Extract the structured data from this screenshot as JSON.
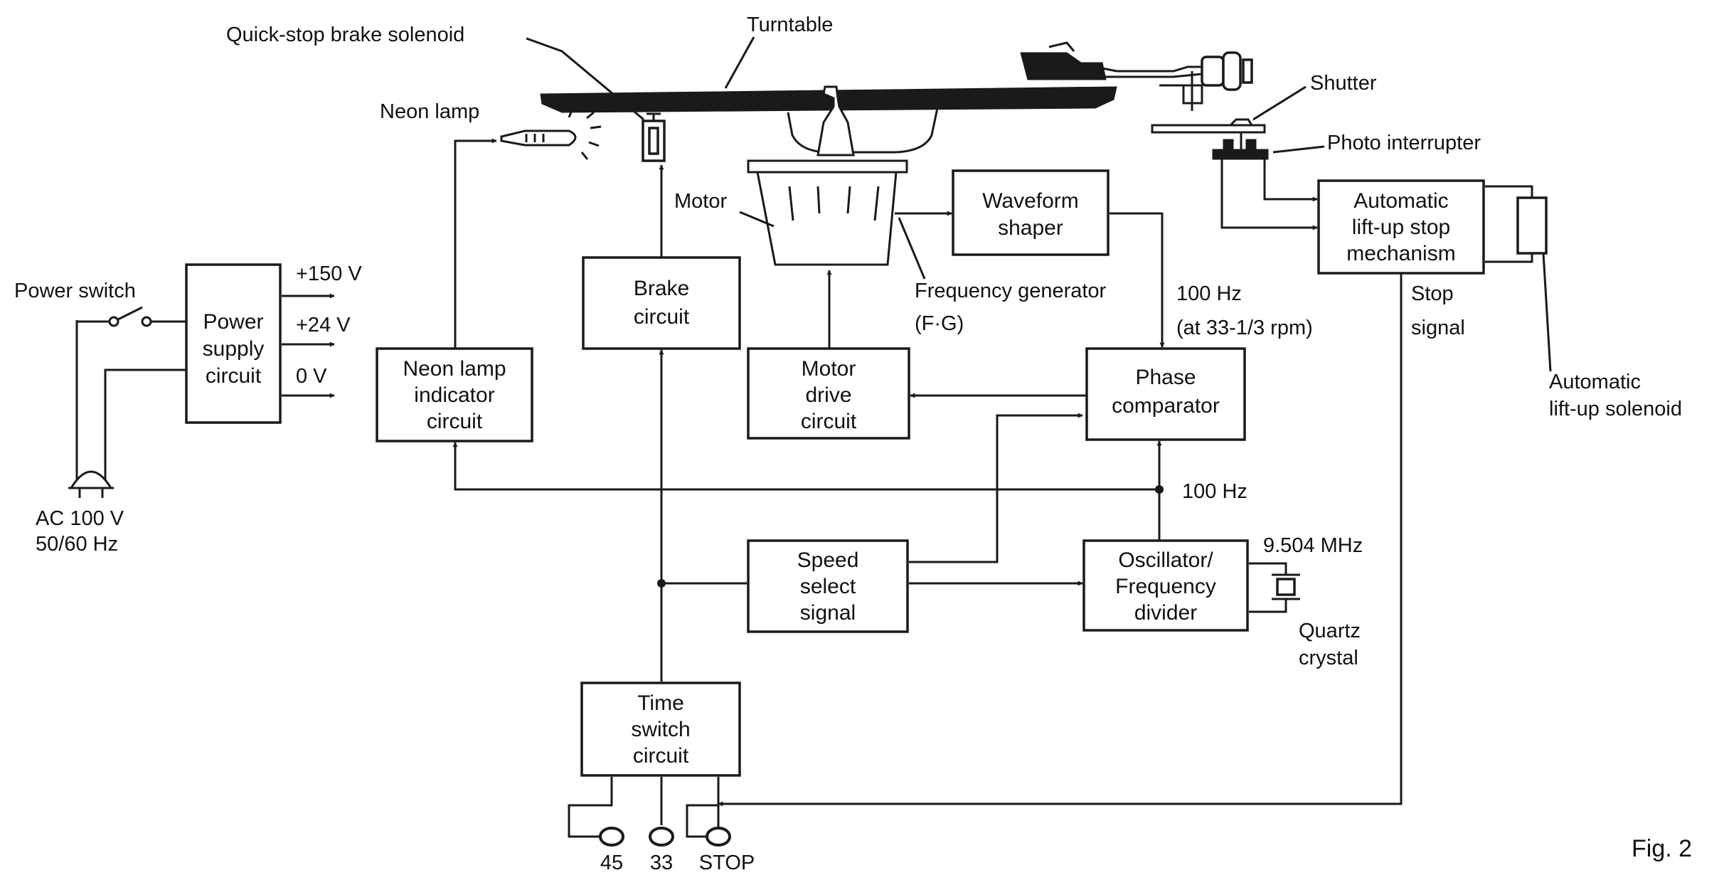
{
  "labels": {
    "turntable": "Turntable",
    "quick_stop_brake_solenoid": "Quick-stop brake solenoid",
    "neon_lamp": "Neon lamp",
    "motor": "Motor",
    "shutter": "Shutter",
    "photo_interrupter": "Photo interrupter",
    "frequency_generator": [
      "Frequency generator",
      "(F·G)"
    ],
    "power_switch": "Power switch",
    "ac_input": [
      "AC 100 V",
      "50/60 Hz"
    ],
    "v150": "+150 V",
    "v24": "+24 V",
    "v0": "0 V",
    "fg_freq": [
      "100 Hz",
      "(at 33-1/3 rpm)"
    ],
    "ref_freq": "100 Hz",
    "stop_signal": [
      "Stop",
      "signal"
    ],
    "lift_up_solenoid": [
      "Automatic",
      "lift-up solenoid"
    ],
    "crystal_freq": "9.504 MHz",
    "quartz_crystal": [
      "Quartz",
      "crystal"
    ],
    "switch_45": "45",
    "switch_33": "33",
    "switch_stop": "STOP",
    "figure": "Fig. 2"
  },
  "blocks": {
    "power_supply": [
      "Power",
      "supply",
      "circuit"
    ],
    "neon_indicator": [
      "Neon lamp",
      "indicator",
      "circuit"
    ],
    "brake_circuit": [
      "Brake",
      "circuit"
    ],
    "waveform_shaper": [
      "Waveform",
      "shaper"
    ],
    "motor_drive": [
      "Motor",
      "drive",
      "circuit"
    ],
    "phase_comparator": [
      "Phase",
      "comparator"
    ],
    "auto_liftup": [
      "Automatic",
      "lift-up stop",
      "mechanism"
    ],
    "speed_select": [
      "Speed",
      "select",
      "signal"
    ],
    "oscillator": [
      "Oscillator/",
      "Frequency",
      "divider"
    ],
    "time_switch": [
      "Time",
      "switch",
      "circuit"
    ]
  }
}
